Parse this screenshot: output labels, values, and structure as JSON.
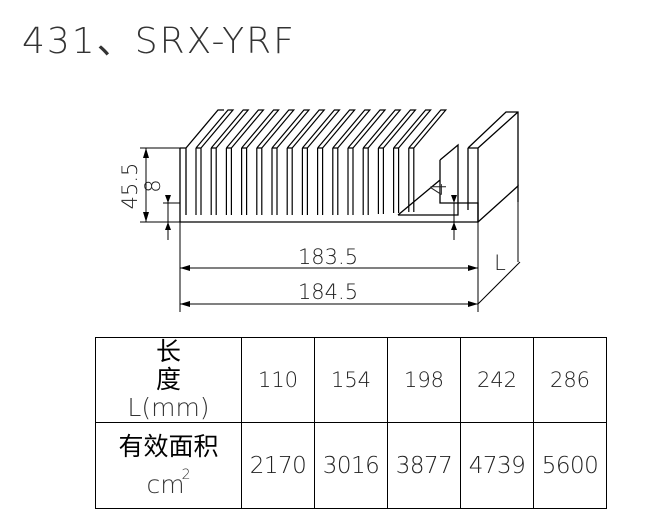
{
  "title": "431、SRX-YRF",
  "dimensions": {
    "total_height": "45.5",
    "base_thickness": "8",
    "side_offset": "4",
    "inner_width": "183.5",
    "outer_width": "184.5",
    "length_label": "L"
  },
  "table": {
    "row1": {
      "label": "长 度",
      "unit": "L(mm)",
      "values": [
        "110",
        "154",
        "198",
        "242",
        "286"
      ]
    },
    "row2": {
      "label": "有效面积",
      "unit": "cm",
      "unit_sup": "2",
      "values": [
        "2170",
        "3016",
        "3877",
        "4739",
        "5600"
      ]
    }
  }
}
